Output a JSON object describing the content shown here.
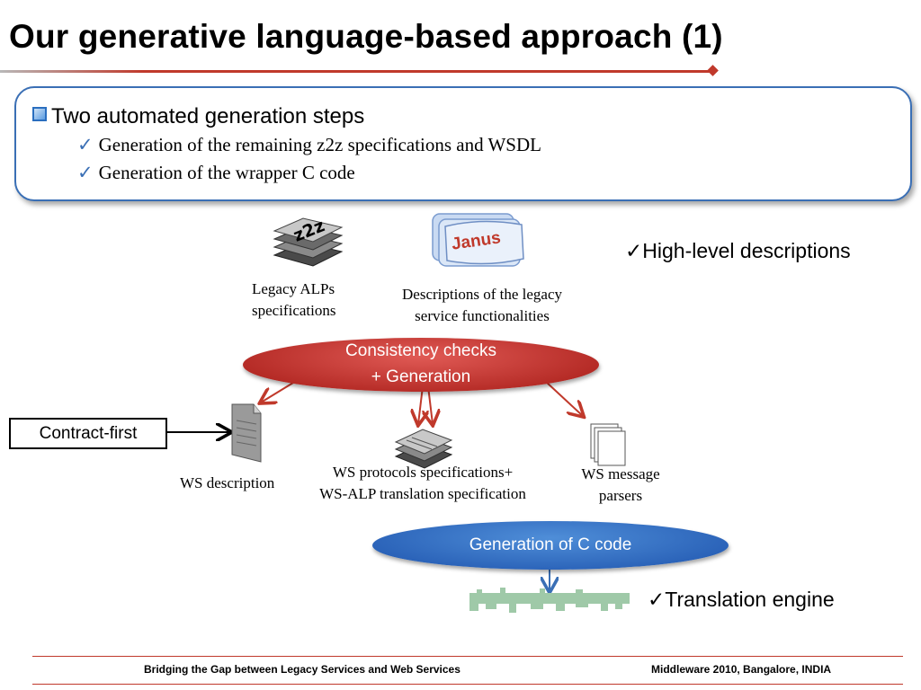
{
  "slide": {
    "title": "Our generative language-based approach (1)",
    "box": {
      "bullet": "Two automated generation steps",
      "subbullets": [
        "Generation  of the remaining z2z specifications and WSDL",
        "Generation of the wrapper C code"
      ]
    },
    "z2z_logo": "z2z",
    "janus_logo": "Janus",
    "legacy_label": [
      "Legacy ALPs",
      "specifications"
    ],
    "janus_label": [
      "Descriptions of the legacy",
      "service functionalities"
    ],
    "high_level": "High-level descriptions",
    "consistency": [
      "Consistency checks",
      "+ Generation"
    ],
    "contract_first": "Contract-first",
    "ws_description": "WS description",
    "ws_protocols": [
      "WS  protocols specifications+",
      "WS-ALP translation specification"
    ],
    "ws_parsers": [
      "WS message",
      "parsers"
    ],
    "generation_c": "Generation of C code",
    "translation_engine": "Translation engine",
    "check_mark": "✓"
  },
  "footer": {
    "left": "Bridging the Gap between Legacy Services and Web Services",
    "right": "Middleware 2010, Bangalore, INDIA"
  },
  "colors": {
    "accent_red": "#c0392b",
    "box_blue": "#3a6fb5",
    "ellipse_red": "#b42a25",
    "ellipse_blue": "#2a62b8",
    "engine_green": "#9fc9a8"
  }
}
